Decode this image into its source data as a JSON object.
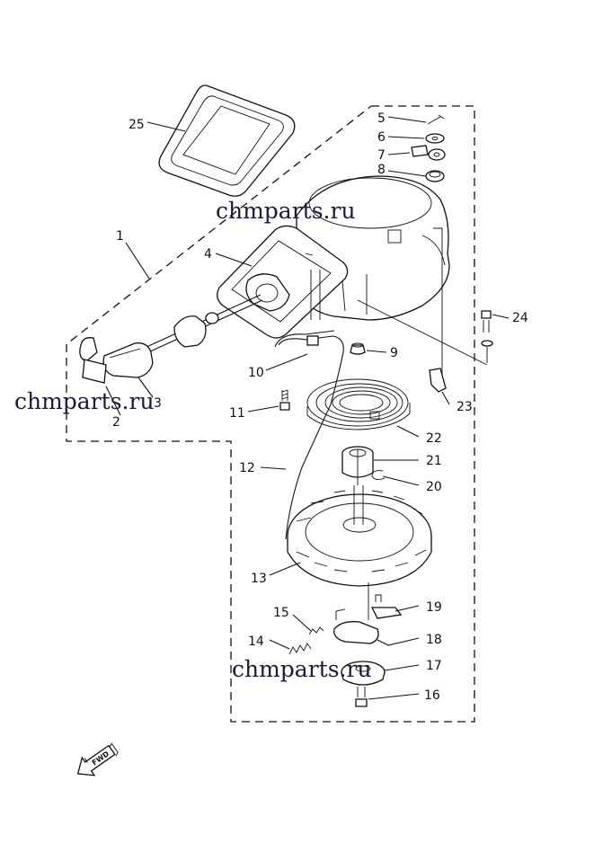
{
  "callouts": {
    "c1": "1",
    "c2": "2",
    "c3": "3",
    "c4": "4",
    "c5": "5",
    "c6": "6",
    "c7": "7",
    "c8": "8",
    "c9": "9",
    "c10": "10",
    "c11": "11",
    "c12": "12",
    "c13": "13",
    "c14": "14",
    "c15": "15",
    "c16": "16",
    "c17": "17",
    "c18": "18",
    "c19": "19",
    "c20": "20",
    "c21": "21",
    "c22": "22",
    "c23": "23",
    "c24": "24",
    "c25": "25"
  },
  "watermarks": {
    "top": "chmparts.ru",
    "left": "chmparts.ru",
    "bottom": "chmparts.ru"
  },
  "direction_arrow": {
    "label": "FWD",
    "icon": "fwd-arrow-icon"
  }
}
